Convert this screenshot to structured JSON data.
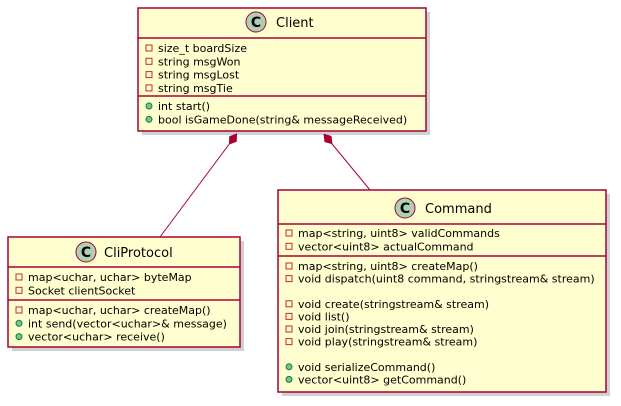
{
  "diagram": {
    "classes": [
      {
        "id": "client",
        "name": "Client",
        "stereotype_letter": "C",
        "attributes": [
          {
            "visibility": "private",
            "text": "size_t boardSize"
          },
          {
            "visibility": "private",
            "text": "string msgWon"
          },
          {
            "visibility": "private",
            "text": "string msgLost"
          },
          {
            "visibility": "private",
            "text": "string msgTie"
          }
        ],
        "methods": [
          {
            "visibility": "public",
            "text": "int start()"
          },
          {
            "visibility": "public",
            "text": "bool isGameDone(string& messageReceived)"
          }
        ]
      },
      {
        "id": "cliprotocol",
        "name": "CliProtocol",
        "stereotype_letter": "C",
        "attributes": [
          {
            "visibility": "private",
            "text": "map<uchar, uchar> byteMap"
          },
          {
            "visibility": "private",
            "text": "Socket clientSocket"
          }
        ],
        "methods": [
          {
            "visibility": "private",
            "text": "map<uchar, uchar> createMap()"
          },
          {
            "visibility": "public",
            "text": "int send(vector<uchar>& message)"
          },
          {
            "visibility": "public",
            "text": "vector<uchar> receive()"
          }
        ]
      },
      {
        "id": "command",
        "name": "Command",
        "stereotype_letter": "C",
        "attributes": [
          {
            "visibility": "private",
            "text": "map<string, uint8> validCommands"
          },
          {
            "visibility": "private",
            "text": "vector<uint8> actualCommand"
          }
        ],
        "methods": [
          {
            "visibility": "private",
            "text": "map<string, uint8> createMap()"
          },
          {
            "visibility": "private",
            "text": "void dispatch(uint8 command, stringstream& stream)"
          },
          {
            "visibility": "blank",
            "text": ""
          },
          {
            "visibility": "private",
            "text": "void create(stringstream& stream)"
          },
          {
            "visibility": "private",
            "text": "void list()"
          },
          {
            "visibility": "private",
            "text": "void join(stringstream& stream)"
          },
          {
            "visibility": "private",
            "text": "void play(stringstream& stream)"
          },
          {
            "visibility": "blank",
            "text": ""
          },
          {
            "visibility": "public",
            "text": "void serializeCommand()"
          },
          {
            "visibility": "public",
            "text": "vector<uint8> getCommand()"
          }
        ]
      }
    ],
    "relations": [
      {
        "from": "client",
        "to": "cliprotocol",
        "type": "composition"
      },
      {
        "from": "client",
        "to": "command",
        "type": "composition"
      }
    ],
    "colors": {
      "class_fill": "#fefece",
      "border": "#a80036",
      "circle_fill": "#add1b2",
      "private_marker": "#c82930",
      "public_marker": "#84be84"
    }
  }
}
